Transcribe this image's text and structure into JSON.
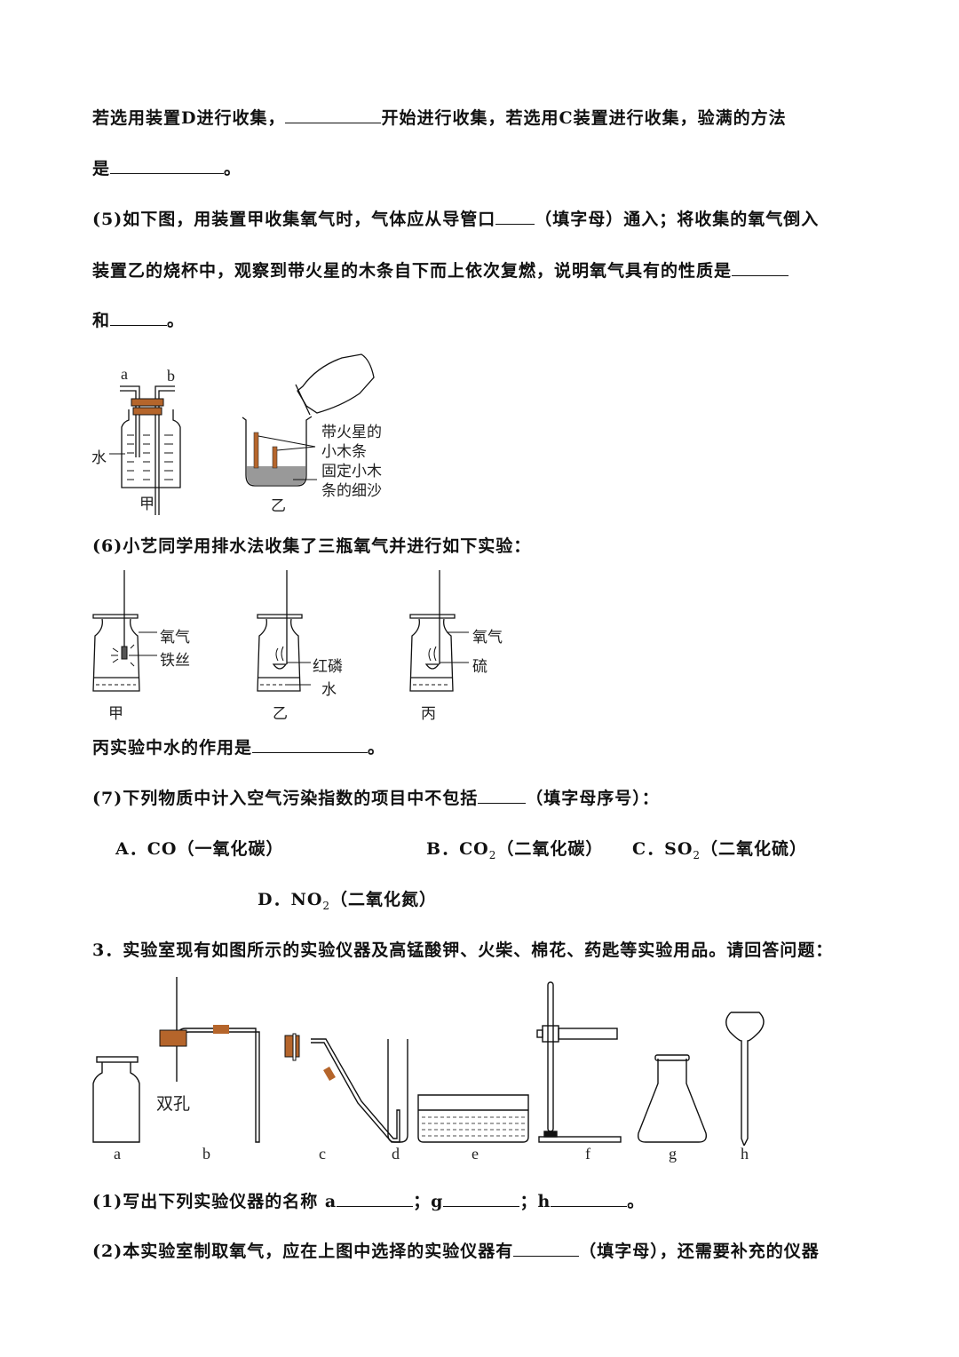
{
  "q4_cont": {
    "line1_pre": "若选用装置D进行收集，",
    "line1_post": "开始进行收集，若选用C装置进行收集，验满的方法",
    "line2_pre": "是",
    "line2_post": "。"
  },
  "q5": {
    "line1_pre": "(5)如下图，用装置甲收集氧气时，气体应从导管口",
    "line1_post": "（填字母）通入；将收集的氧气倒入",
    "line2_pre": "装置乙的烧杯中，观察到带火星的木条自下而上依次复燃，说明氧气具有的性质是",
    "line3_pre": "和",
    "line3_post": "。",
    "figure": {
      "jia": {
        "port_a": "a",
        "port_b": "b",
        "water": "水",
        "caption": "甲"
      },
      "yi": {
        "label_splint_1": "带火星的",
        "label_splint_2": "小木条",
        "label_sand_1": "固定小木",
        "label_sand_2": "条的细沙",
        "caption": "乙"
      }
    }
  },
  "q6": {
    "line1": "(6)小艺同学用排水法收集了三瓶氧气并进行如下实验：",
    "figure": {
      "jia": {
        "oxygen": "氧气",
        "iron_wire": "铁丝",
        "caption": "甲"
      },
      "yi": {
        "red_phosphorus": "红磷",
        "water": "水",
        "caption": "乙"
      },
      "bing": {
        "oxygen": "氧气",
        "sulfur": "硫",
        "caption": "丙"
      }
    },
    "line2_pre": "丙实验中水的作用是",
    "line2_post": "。"
  },
  "q7": {
    "line1_pre": "(7)下列物质中计入空气污染指数的项目中不包括",
    "line1_post": "（填字母序号）：",
    "options": [
      {
        "letter": "A．",
        "formula": "CO",
        "sub": "",
        "name": "（一氧化碳）"
      },
      {
        "letter": "B．",
        "formula": "CO",
        "sub": "2",
        "name": "（二氧化碳）"
      },
      {
        "letter": "C．",
        "formula": "SO",
        "sub": "2",
        "name": "（二氧化硫）"
      },
      {
        "letter": "D．",
        "formula": "NO",
        "sub": "2",
        "name": "（二氧化氮）"
      }
    ]
  },
  "q3": {
    "stem": "3．实验室现有如图所示的实验仪器及高锰酸钾、火柴、棉花、药匙等实验用品。请回答问题：",
    "figure": {
      "stopper_note": "双孔",
      "labels": [
        "a",
        "b",
        "c",
        "d",
        "e",
        "f",
        "g",
        "h"
      ]
    },
    "sub1_pre": "(1)写出下列实验仪器的名称 a",
    "sub1_sep1": "；g",
    "sub1_sep2": "；h",
    "sub1_end": "。",
    "sub2_pre": "(2)本实验室制取氧气，应在上图中选择的实验仪器有",
    "sub2_post": "（填字母），还需要补充的仪器"
  },
  "colors": {
    "rubber": "#b5652b",
    "sand": "#999999",
    "ink": "#111111"
  }
}
